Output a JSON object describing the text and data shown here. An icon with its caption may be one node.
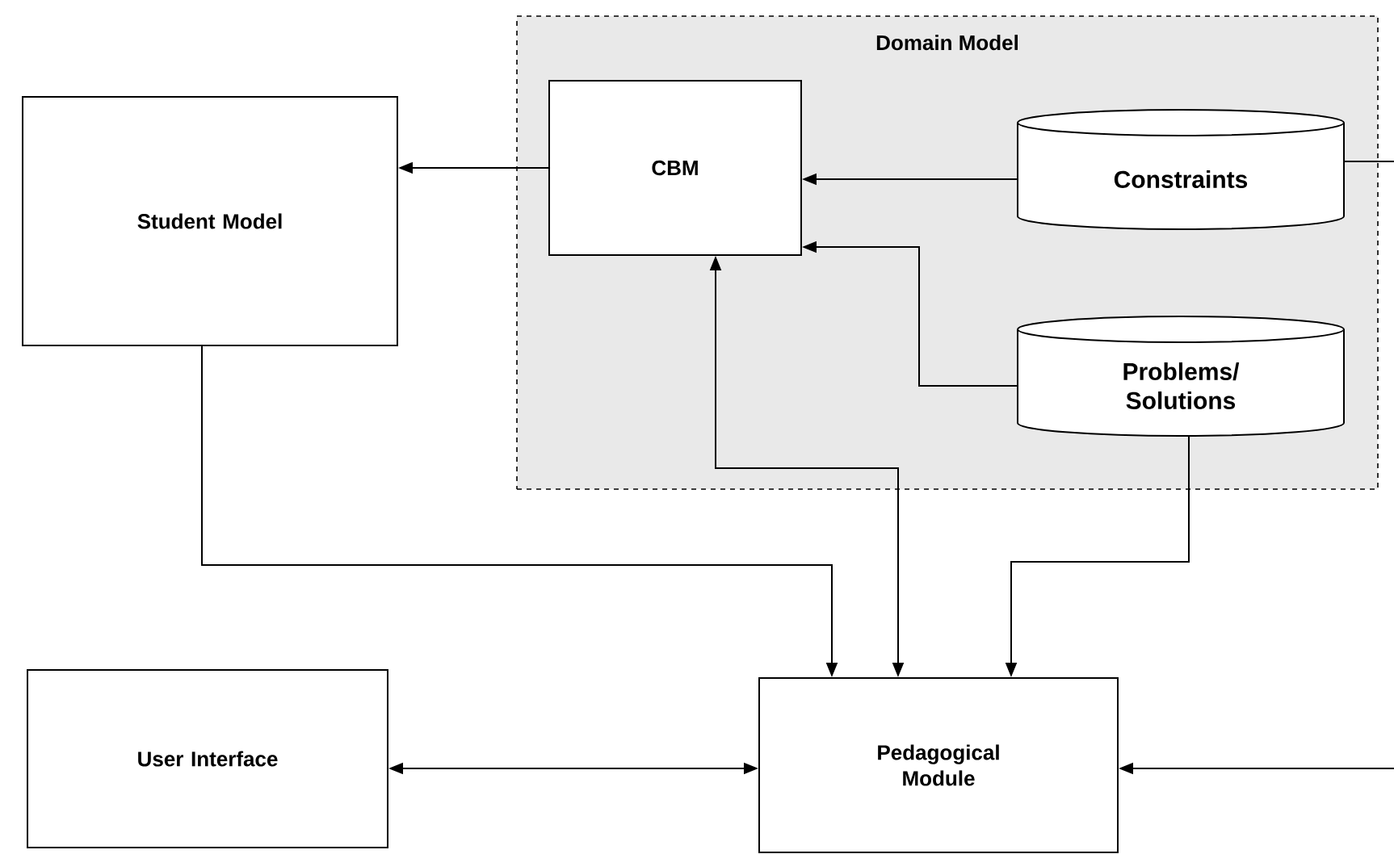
{
  "diagram": {
    "nodes": [
      {
        "text": [
          "Student Model"
        ]
      },
      {
        "text": [
          "Domain Model"
        ]
      },
      {
        "text": [
          "CBM"
        ],
        "in": 1
      },
      {
        "text": [
          "Constraints"
        ],
        "in": 1
      },
      {
        "text": [
          "Problems/ Solutions"
        ],
        "in": 1
      },
      {
        "text": [
          "User Interface"
        ]
      },
      {
        "text": [
          "Pedagogical Module"
        ]
      }
    ],
    "edges": [
      {
        "from": 2,
        "to": 0,
        "arrow": "to"
      },
      {
        "from": 3,
        "to": 2,
        "arrow": "to"
      },
      {
        "from": 4,
        "to": 2,
        "arrow": "to"
      },
      {
        "from": 2,
        "to": 6,
        "arrow": "both"
      },
      {
        "from": 0,
        "to": 6,
        "arrow": "to"
      },
      {
        "from": 4,
        "to": 6,
        "arrow": "to"
      },
      {
        "from": 5,
        "to": 6,
        "arrow": "both"
      },
      {
        "from": 3,
        "to": null,
        "arrow": "none"
      },
      {
        "from": null,
        "to": 6,
        "arrow": "to"
      }
    ]
  }
}
